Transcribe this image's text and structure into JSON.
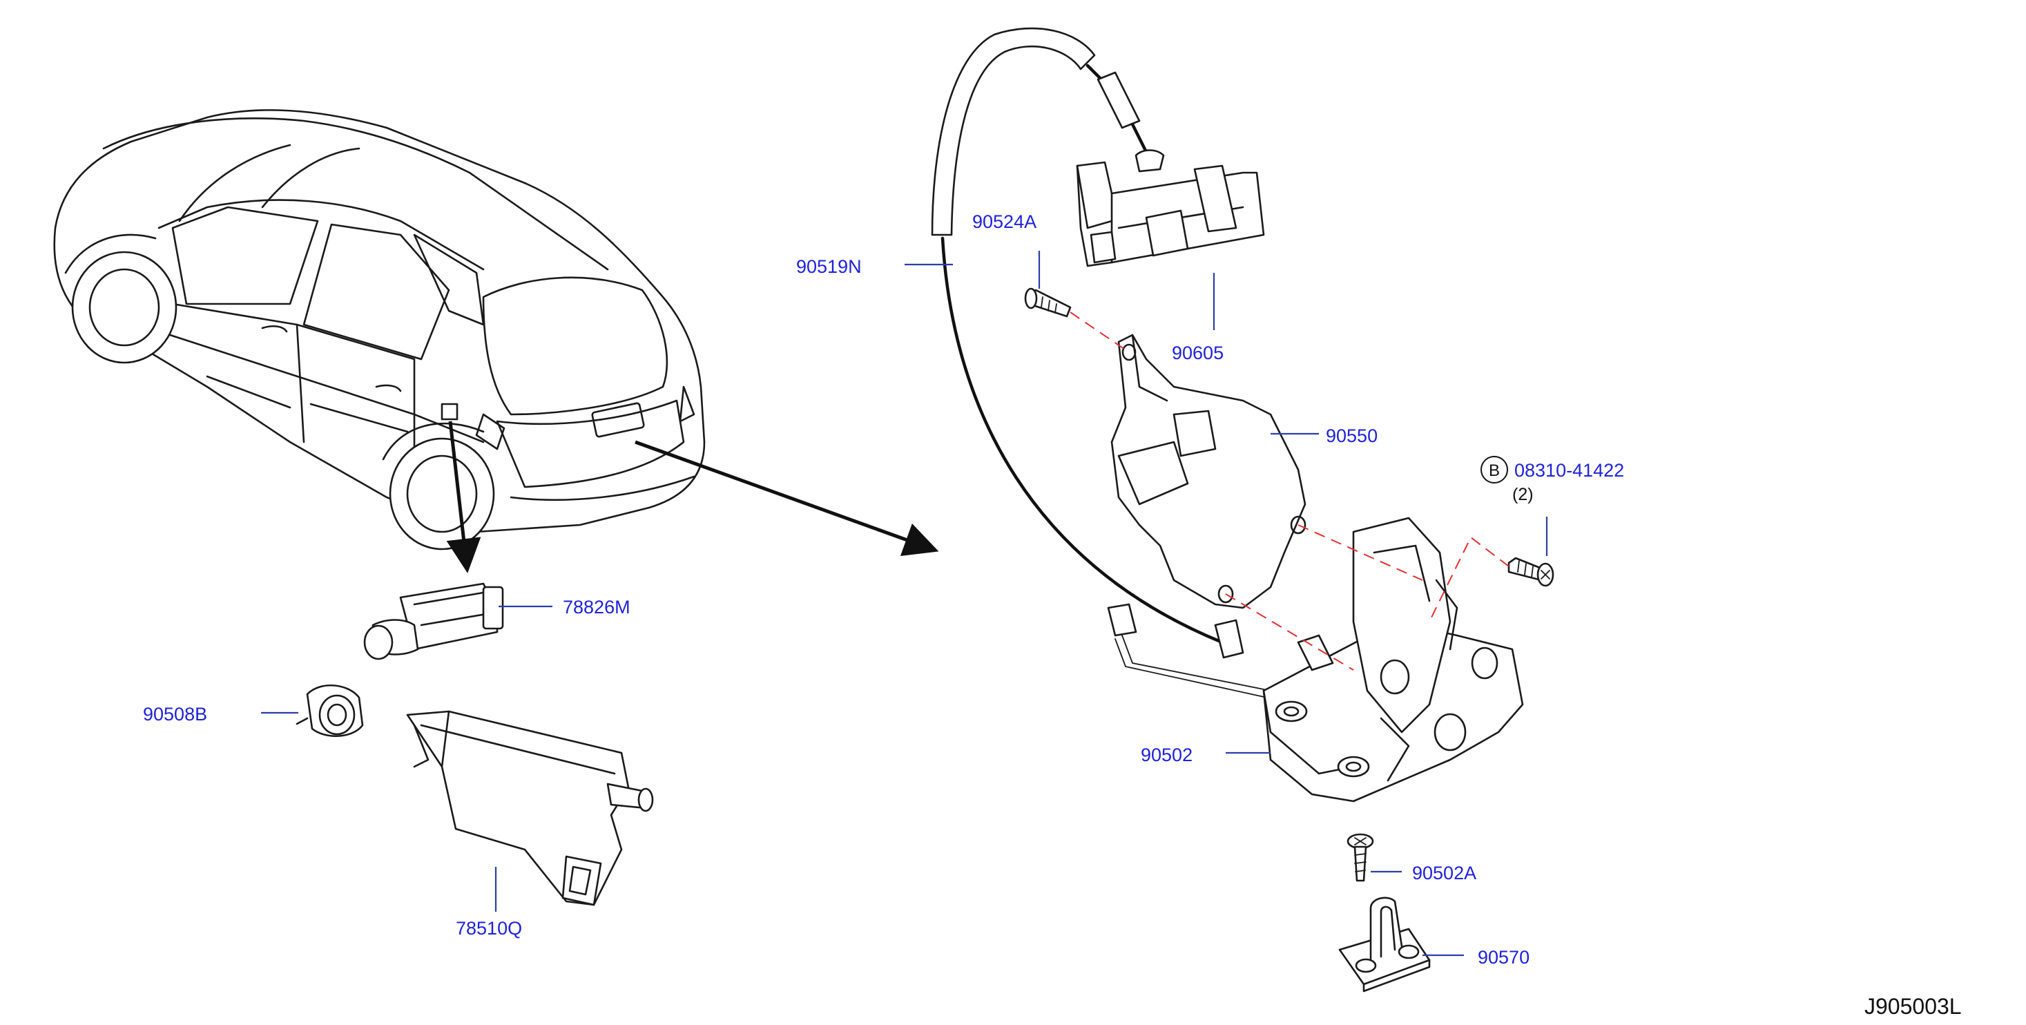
{
  "labels": {
    "p90519N": "90519N",
    "p90524A": "90524A",
    "p90605": "90605",
    "p90550": "90550",
    "p08310": "08310-41422",
    "p08310_qty": "(2)",
    "p08310_symbol": "B",
    "p78826M": "78826M",
    "p90508B": "90508B",
    "p78510Q": "78510Q",
    "p90502": "90502",
    "p90502A": "90502A",
    "p90570": "90570"
  },
  "diagram_code": "J905003L",
  "colors": {
    "label_text": "#1f22d8",
    "leader_line": "#2a3fa8",
    "alignment_dash": "#e03030",
    "linework": "#1a1a1a"
  }
}
